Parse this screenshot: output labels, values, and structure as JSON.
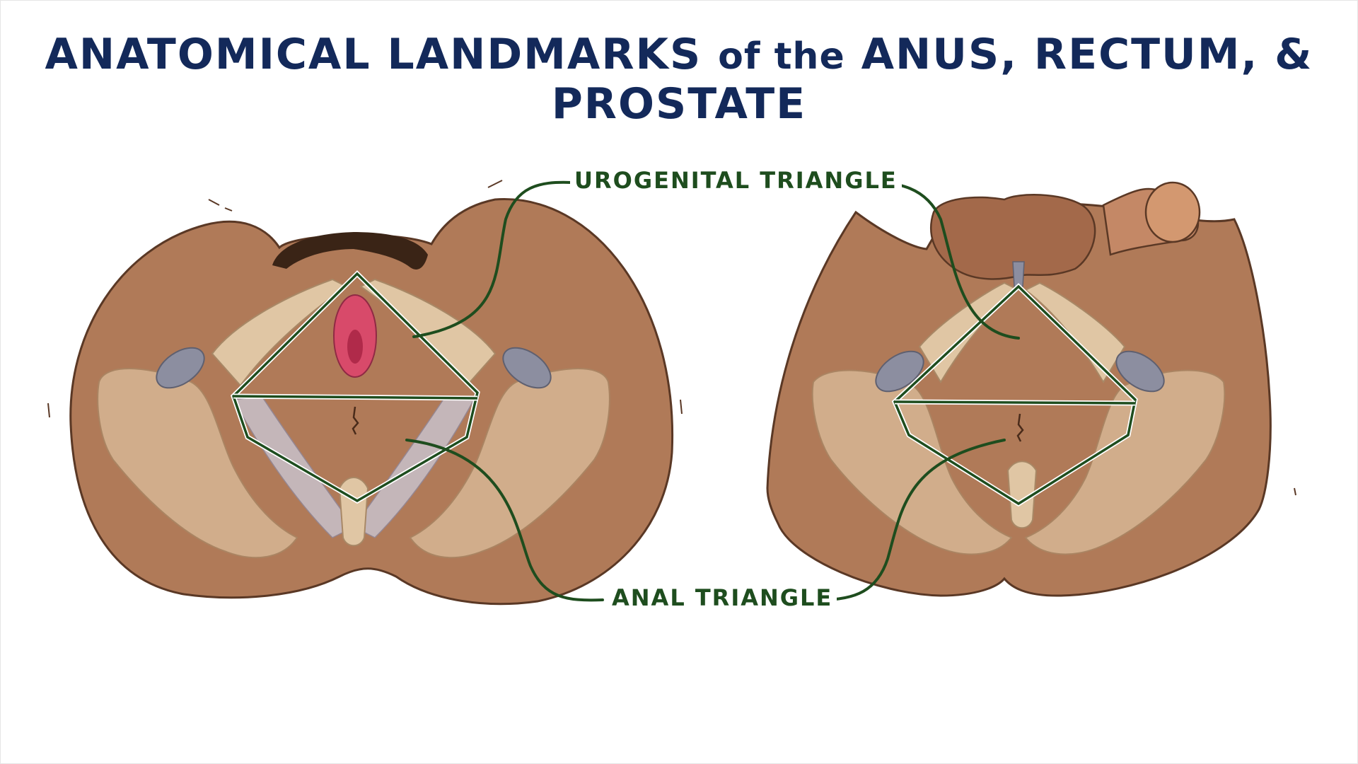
{
  "title": {
    "part1": "ANATOMICAL LANDMARKS",
    "part2": "of the",
    "part3": "ANUS, RECTUM, & PROSTATE"
  },
  "labels": {
    "urogenital": "UROGENITAL TRIANGLE",
    "anal": "ANAL TRIANGLE"
  },
  "colors": {
    "title": "#13295a",
    "label": "#1e4d1e",
    "skin": "#b07a58",
    "bone": "#dcbf9c",
    "outline": "#1e4d1e"
  },
  "figures": [
    {
      "name": "female-perineum"
    },
    {
      "name": "male-perineum"
    }
  ]
}
